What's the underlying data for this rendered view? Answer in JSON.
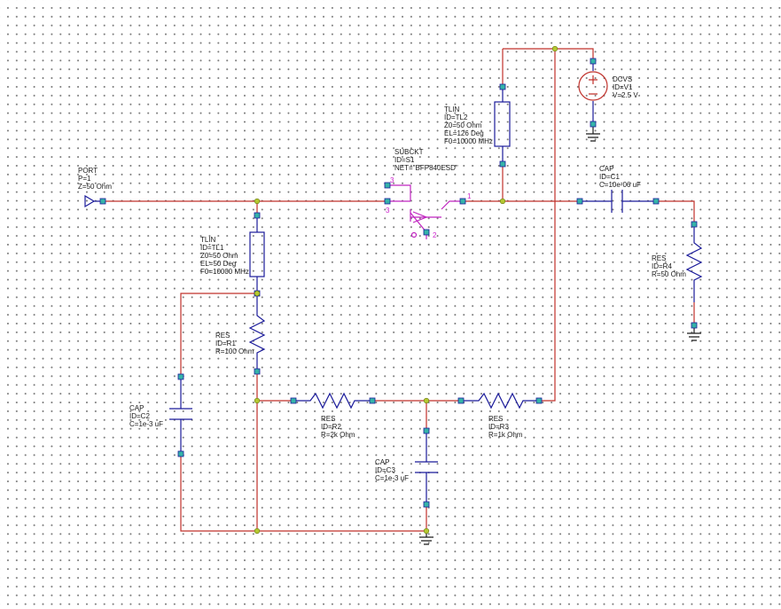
{
  "components": {
    "port": {
      "type": "PORT",
      "line1": "P=1",
      "line2": "Z=50 Ohm"
    },
    "tl1": {
      "type": "TLIN",
      "line1": "ID=TL1",
      "line2": "Z0=50 Ohm",
      "line3": "EL=50 Deg",
      "line4": "F0=10000 MHz"
    },
    "tl2": {
      "type": "TLIN",
      "line1": "ID=TL2",
      "line2": "Z0=50 Ohm",
      "line3": "EL=126 Deg",
      "line4": "F0=10000 MHz"
    },
    "s1": {
      "type": "SUBCKT",
      "line1": "ID=S1",
      "line2": "NET=\"BFP840ESD\"",
      "pin1": "1",
      "pin2": "2",
      "pin3": "3"
    },
    "v1": {
      "type": "DCVS",
      "line1": "ID=V1",
      "line2": "V=2.5 V"
    },
    "c1": {
      "type": "CAP",
      "line1": "ID=C1",
      "line2": "C=10e-06 uF"
    },
    "r4": {
      "type": "RES",
      "line1": "ID=R4",
      "line2": "R=50 Ohm"
    },
    "r1": {
      "type": "RES",
      "line1": "ID=R1",
      "line2": "R=100 Ohm"
    },
    "c2": {
      "type": "CAP",
      "line1": "ID=C2",
      "line2": "C=1e-3 uF"
    },
    "r2": {
      "type": "RES",
      "line1": "ID=R2",
      "line2": "R=2k Ohm"
    },
    "r3": {
      "type": "RES",
      "line1": "ID=R3",
      "line2": "R=1k Ohm"
    },
    "c3": {
      "type": "CAP",
      "line1": "ID=C3",
      "line2": "C=1e-3 uF"
    }
  },
  "colors": {
    "wire": "#c0302a",
    "symbol": "#1a1a9a",
    "subcircuit": "#c024c0",
    "node": "#35b3a8",
    "junction": "#b4c832"
  }
}
